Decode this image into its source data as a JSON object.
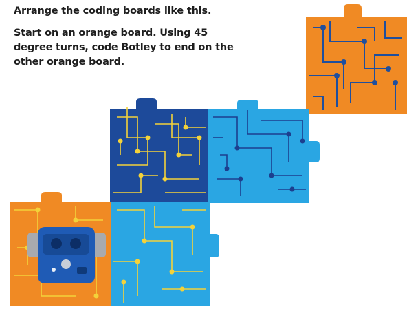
{
  "instructions": {
    "title": "Arrange the coding boards like this.",
    "task": "Start on an orange board. Using 45 degree turns, code Botley to end on the other orange board."
  },
  "colors": {
    "orange": "#f08a24",
    "orange_line": "#1f4f9e",
    "dark_blue": "#1d4a9a",
    "dark_blue_line": "#f3d23a",
    "light_blue": "#2aa6e3",
    "light_blue_line_a": "#1c3f8f",
    "light_blue_line_b": "#f3d23a",
    "robot_body": "#1f5bb5",
    "robot_wheel": "#a8aaae"
  },
  "boards": [
    {
      "name": "orange-board-top-right",
      "color": "orange",
      "line": "orange_line"
    },
    {
      "name": "dark-blue-board",
      "color": "dark_blue",
      "line": "dark_blue_line"
    },
    {
      "name": "light-blue-board-right",
      "color": "light_blue",
      "line": "light_blue_line_a"
    },
    {
      "name": "light-blue-board-bottom",
      "color": "light_blue",
      "line": "light_blue_line_b"
    },
    {
      "name": "orange-board-bottom-left",
      "color": "orange",
      "line": "dark_blue_line"
    }
  ],
  "robot": {
    "name": "Botley"
  }
}
